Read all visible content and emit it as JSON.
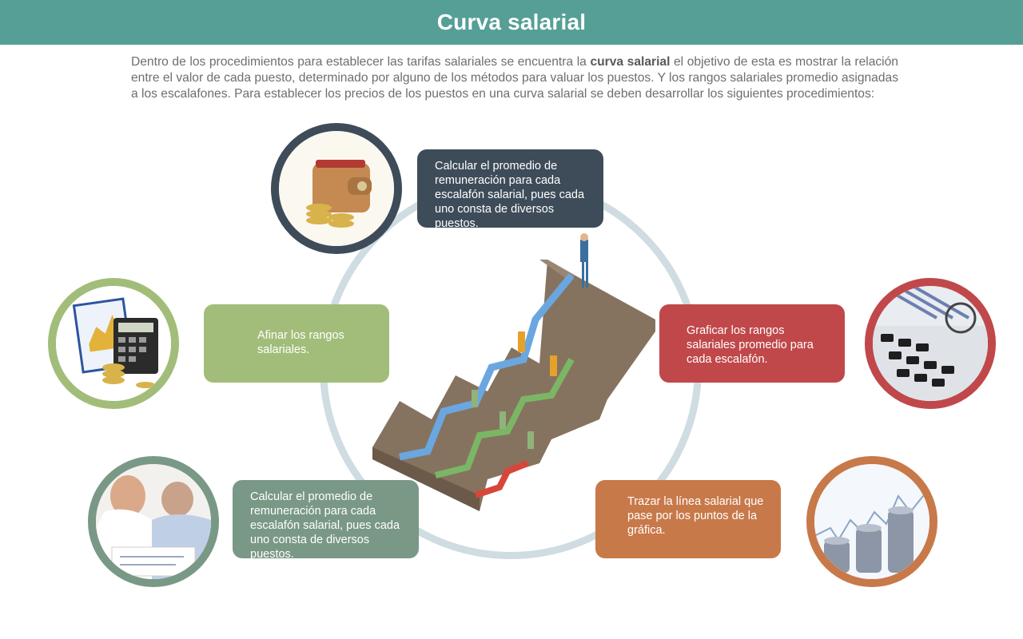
{
  "header": {
    "title": "Curva salarial"
  },
  "intro": {
    "before": "Dentro de los procedimientos para establecer las tarifas salariales se encuentra la ",
    "bold": "curva salarial",
    "after": " el objetivo de esta  es mostrar la relación entre el valor de cada puesto, determinado por alguno de los métodos para valuar los puestos. Y los rangos salariales promedio asignadas a los escalafones. Para establecer los precios de los puestos en una curva salarial se deben desarrollar los siguientes procedimientos:"
  },
  "steps": {
    "top": {
      "lines": [
        "Calcular el promedio de",
        "remuneración para cada",
        "escalafón salarial, pues cada",
        "uno consta de diversos puestos."
      ],
      "icon": "wallet-coins-icon",
      "color": "#3e4c59"
    },
    "left": {
      "lines": [
        "Afinar los rangos",
        "salariales."
      ],
      "icon": "calculator-chart-icon",
      "color": "#a2bd79"
    },
    "right": {
      "lines": [
        "Graficar los rangos",
        "salariales promedio para",
        "cada escalafón."
      ],
      "icon": "calculator-keys-icon",
      "color": "#c0484a"
    },
    "bottom_left": {
      "lines": [
        "Calcular el promedio de",
        "remuneración para cada",
        "escalafón salarial, pues cada",
        "uno consta de diversos puestos."
      ],
      "icon": "people-reviewing-icon",
      "color": "#7a9886"
    },
    "bottom_right": {
      "lines": [
        "Trazar la línea salarial que",
        "pase por los puntos de la",
        "gráfica."
      ],
      "icon": "coin-stacks-icon",
      "color": "#c87949"
    }
  },
  "illustration": {
    "icon": "salary-staircase-illustration"
  },
  "colors": {
    "header": "#559f96",
    "ring": "#cfdce2"
  }
}
